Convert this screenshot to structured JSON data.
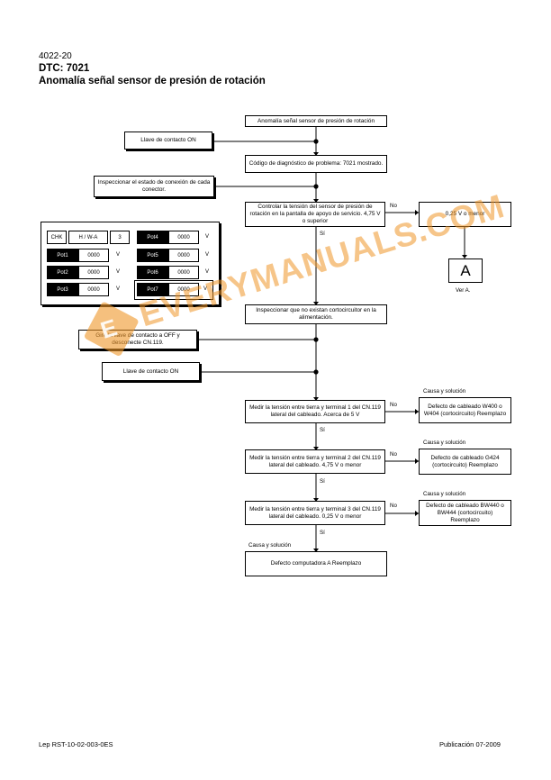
{
  "header": {
    "code": "4022-20",
    "dtc": "DTC: 7021",
    "title": "Anomalía señal sensor de presión de rotación"
  },
  "flow": {
    "start": "Anomalía señal sensor de presión de rotación",
    "key_on_1": "Llave de contacto ON",
    "dtc_shown": "Código de diagnóstico de problema: 7021 mostrado.",
    "inspect_connectors": "Inspeccionar el estado de conexión de cada conector.",
    "check_voltage": "Controlar la tensión del sensor de presión de rotación en la pantalla de apoyo de servicio. 4,75 V o superior",
    "no_1": "No",
    "low_voltage": "0,25 V o menor",
    "letter_a": "A",
    "see_a": "Ver A.",
    "si_1": "Sí",
    "inspect_short": "Inspeccionar que no existan cortocircuitor en la alimentación.",
    "key_off": "Gire la llave de contacto a OFF y desconecte CN.119.",
    "key_on_2": "Llave de contacto ON",
    "cause_1": "Causa y solución",
    "measure_1": "Medir la tensión entre tierra y terminal 1 del CN.119 lateral del cableado. Acerca de 5 V",
    "no_2": "No",
    "fault_1": "Defecto de cableado W400 o W404 (cortocircuito) Reemplazo",
    "si_2": "Sí",
    "cause_2": "Causa y solución",
    "measure_2": "Medir la tensión entre tierra y terminal 2 del CN.119 lateral del cableado. 4,75 V o menor",
    "no_3": "No",
    "fault_2": "Defecto de cableado G424 (cortocircuito) Reemplazo",
    "si_3": "Sí",
    "cause_3": "Causa y solución",
    "measure_3": "Medir la tensión entre tierra y terminal 3 del CN.119 lateral del cableado. 0,25 V o menor",
    "no_4": "No",
    "fault_3": "Defecto de cableado BW440 o BW444 (cortocircuito) Reemplazo",
    "si_4": "Sí",
    "cause_4": "Causa y solución",
    "computer_fault": "Defecto computadora A Reemplazo"
  },
  "panel": {
    "chk": "CHK",
    "hwa": "H / W-A",
    "num": "3",
    "pot1": "Pot1",
    "pot2": "Pot2",
    "pot3": "Pot3",
    "pot4": "Pot4",
    "pot5": "Pot5",
    "pot6": "Pot6",
    "pot7": "Pot7",
    "val": "0000",
    "unit": "V"
  },
  "watermark": {
    "text": "EVERYMANUALS.COM",
    "logo_letter": "E"
  },
  "footer": {
    "left": "Lep RST-10-02-003-0ES",
    "right": "Publicación 07-2009"
  }
}
